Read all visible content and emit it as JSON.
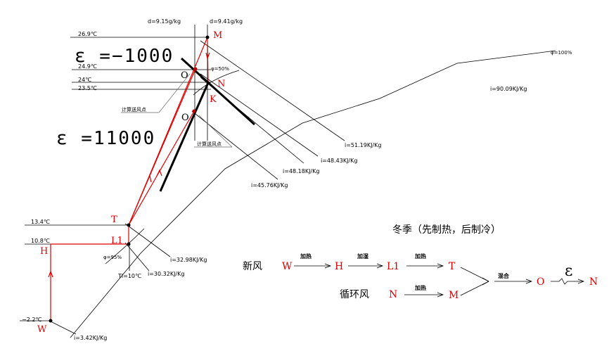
{
  "state_points": {
    "W": "W",
    "H": "H",
    "L1": "L1",
    "T": "T",
    "M": "M",
    "N": "N",
    "K": "K",
    "O": "O"
  },
  "moisture_lines": {
    "d_left": "d=9.15g/kg",
    "d_right": "d=9.41g/kg"
  },
  "temperatures": {
    "t_269": "26.9℃",
    "t_249": "24.9℃",
    "t_24": "24℃",
    "t_235": "23.5℃",
    "t_134": "13.4℃",
    "t_108": "10.8℃",
    "t_m22": "−2.2℃",
    "tl": "Tl=10℃"
  },
  "enthalpy_lines": {
    "i_9009": "i=90.09KJ/Kg",
    "i_5119": "i=51.19KJ/Kg",
    "i_4843": "i=48.43KJ/Kg",
    "i_4818": "i=48.18KJ/Kg",
    "i_4576": "i=45.76KJ/Kg",
    "i_3298": "i=32.98KJ/Kg",
    "i_3032": "i=30.32KJ/Kg",
    "i_342": "i=3.42KJ/Kg"
  },
  "humidity_lines": {
    "phi_100": "φ=100%",
    "phi_50": "φ=50%",
    "phi_95": "φ=95%"
  },
  "ratios": {
    "e_summer": "ε =−1000",
    "e_winter": "ε =11000",
    "epsilon_symbol": "ε"
  },
  "labels": {
    "calc_supply_1": "计算送风点",
    "calc_supply_2": "计算送风点"
  },
  "legend": {
    "title": "冬季（先制热，后制冷）",
    "fresh_air": "新风",
    "recirc_air": "循环风",
    "heat": "加热",
    "humidify": "加湿",
    "heat2": "加热",
    "heat3": "加热",
    "mix": "混合",
    "W": "W",
    "H": "H",
    "L1": "L1",
    "T": "T",
    "N": "N",
    "M": "M",
    "O": "O",
    "N_end": "N"
  },
  "colors": {
    "process_line": "#e00000",
    "construction_line": "#000000",
    "state_label": "#e00000"
  }
}
